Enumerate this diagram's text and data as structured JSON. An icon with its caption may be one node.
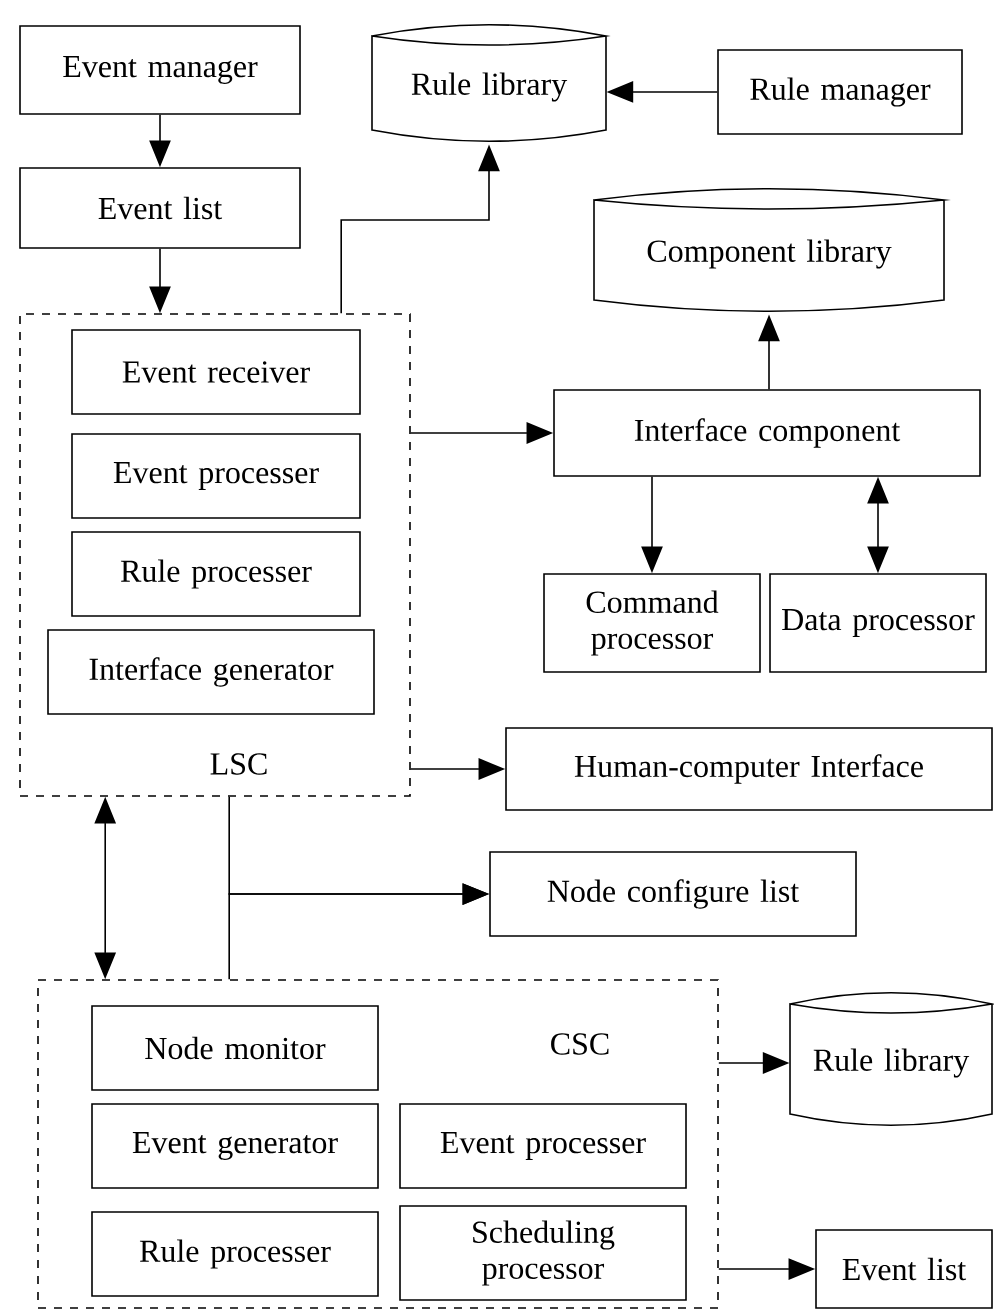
{
  "diagram": {
    "nodes": [
      {
        "text": [
          "Event manager"
        ]
      },
      {
        "text": [
          "Rule library"
        ]
      },
      {
        "text": [
          "Rule manager"
        ]
      },
      {
        "text": [
          "Event list"
        ]
      },
      {
        "text": [
          "LSC"
        ]
      },
      {
        "text": [
          "Event receiver"
        ],
        "in": 4
      },
      {
        "text": [
          "Event processer"
        ],
        "in": 4
      },
      {
        "text": [
          "Rule processer"
        ],
        "in": 4
      },
      {
        "text": [
          "Interface generator"
        ],
        "in": 4
      },
      {
        "text": [
          "Component library"
        ]
      },
      {
        "text": [
          "Interface component"
        ]
      },
      {
        "text": [
          "Command processor"
        ]
      },
      {
        "text": [
          "Data processor"
        ]
      },
      {
        "text": [
          "Human-computer Interface"
        ]
      },
      {
        "text": [
          "Node configure list"
        ]
      },
      {
        "text": [
          "CSC"
        ]
      },
      {
        "text": [
          "Node monitor"
        ],
        "in": 15
      },
      {
        "text": [
          "Event generator"
        ],
        "in": 15
      },
      {
        "text": [
          "Event processer"
        ],
        "in": 15
      },
      {
        "text": [
          "Rule processer"
        ],
        "in": 15
      },
      {
        "text": [
          "Scheduling processor"
        ],
        "in": 15
      },
      {
        "text": [
          "Rule library"
        ]
      },
      {
        "text": [
          "Event list"
        ]
      }
    ],
    "edges": [
      {
        "from": 0,
        "to": 3,
        "arrow": "to"
      },
      {
        "from": 2,
        "to": 1,
        "arrow": "to"
      },
      {
        "from": 3,
        "to": 4,
        "arrow": "to"
      },
      {
        "from": 4,
        "to": 1,
        "arrow": "to"
      },
      {
        "from": 4,
        "to": 10,
        "arrow": "to"
      },
      {
        "from": 10,
        "to": 9,
        "arrow": "to"
      },
      {
        "from": 10,
        "to": 11,
        "arrow": "to"
      },
      {
        "from": 10,
        "to": 12,
        "arrow": "both"
      },
      {
        "from": 4,
        "to": 13,
        "arrow": "to"
      },
      {
        "from": 4,
        "to": 15,
        "arrow": "both"
      },
      {
        "from": 4,
        "to": 14,
        "arrow": "to"
      },
      {
        "from": 15,
        "to": 14,
        "arrow": "to"
      },
      {
        "from": 15,
        "to": 21,
        "arrow": "to"
      },
      {
        "from": 15,
        "to": 22,
        "arrow": "to"
      }
    ]
  }
}
